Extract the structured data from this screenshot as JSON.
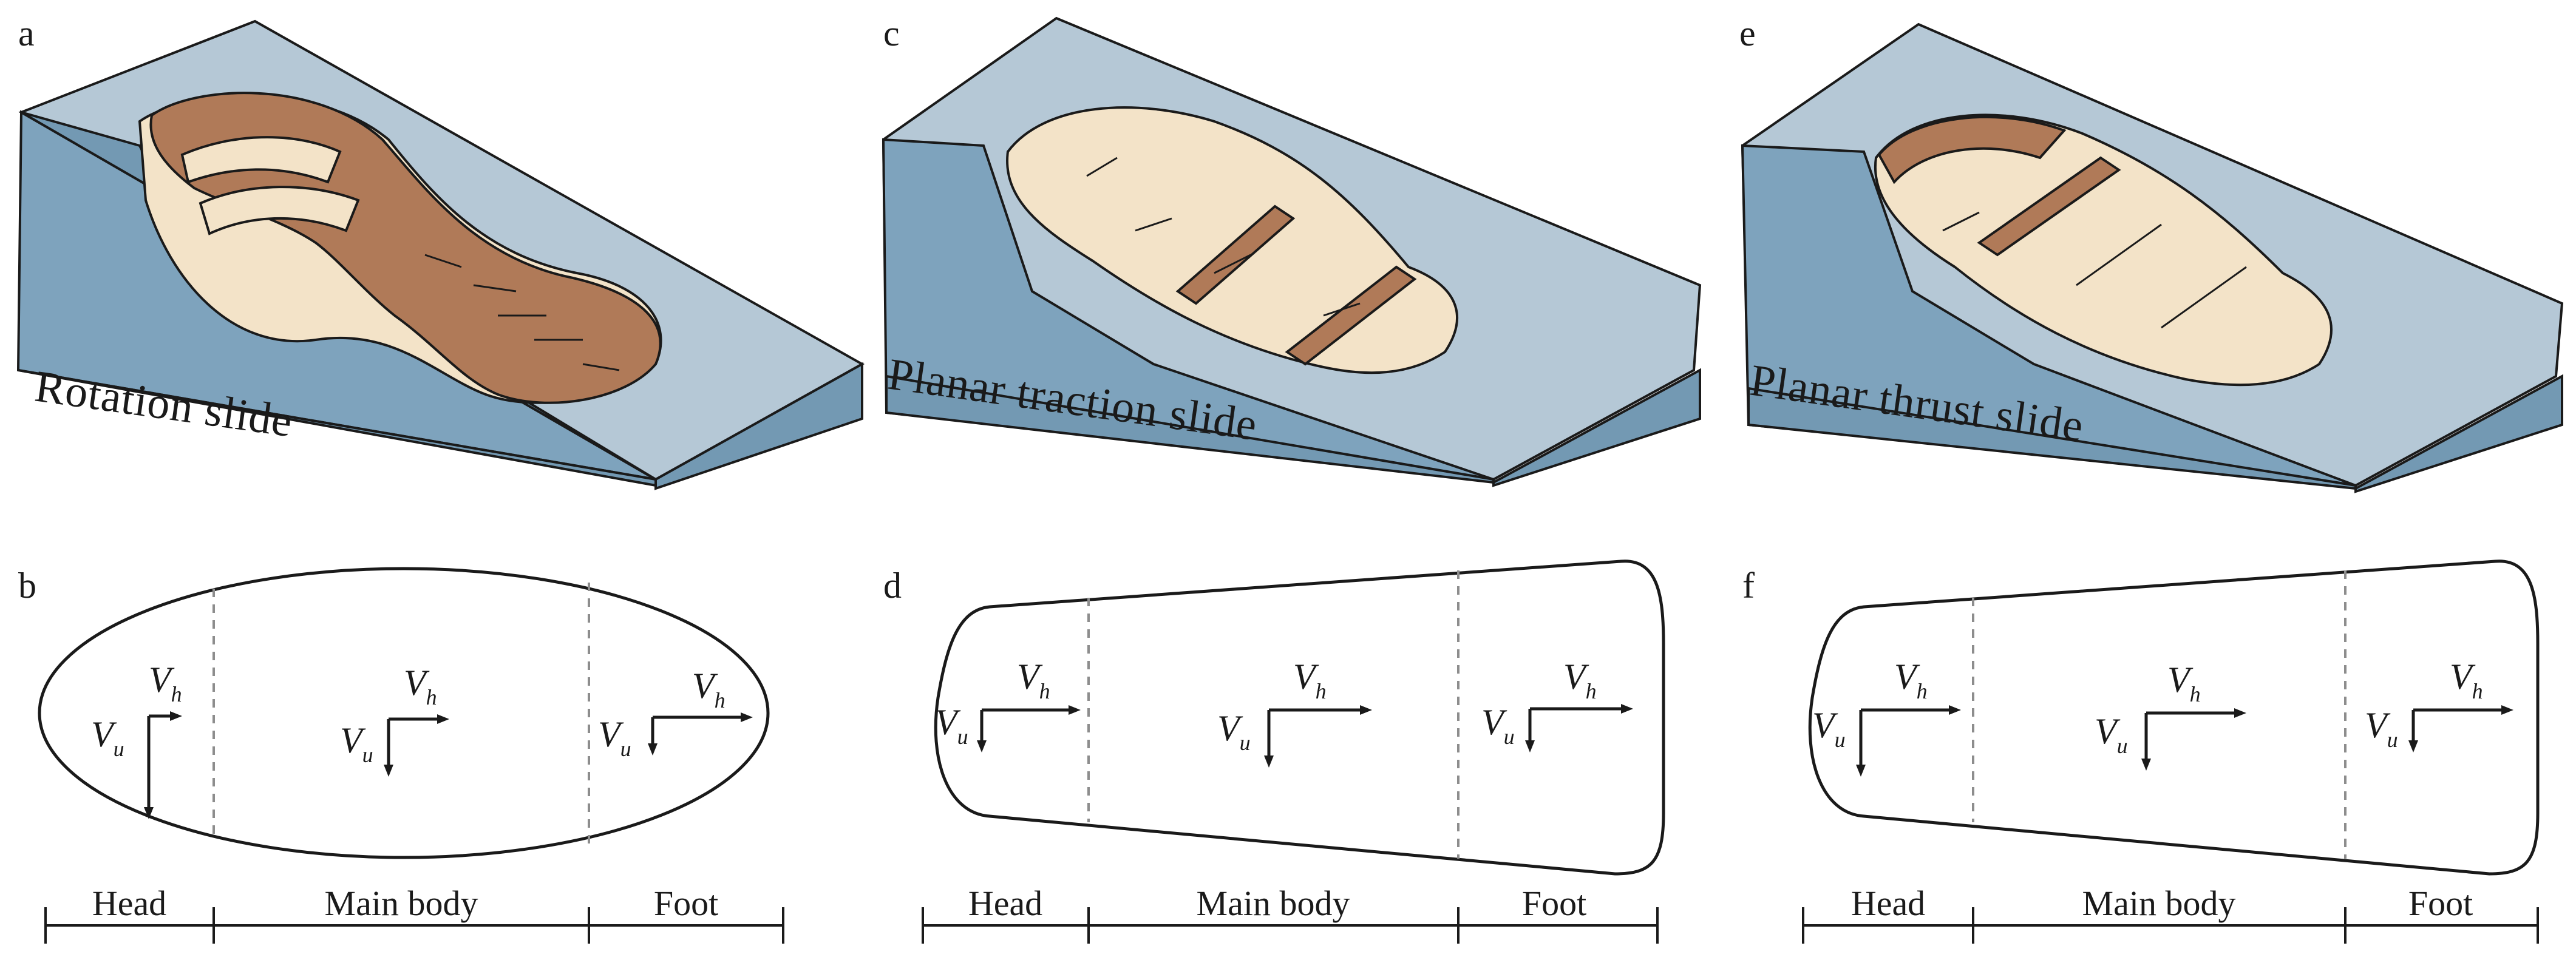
{
  "panels": {
    "a": {
      "letter": "a",
      "title": "Rotation slide"
    },
    "b": {
      "letter": "b"
    },
    "c": {
      "letter": "c",
      "title": "Planar traction slide"
    },
    "d": {
      "letter": "d"
    },
    "e": {
      "letter": "e",
      "title": "Planar thrust  slide"
    },
    "f": {
      "letter": "f"
    }
  },
  "segments": {
    "head": "Head",
    "main": "Main body",
    "foot": "Foot"
  },
  "velocity": {
    "symbol": "V",
    "horizontal_sub": "h",
    "vertical_sub": "u"
  },
  "colors": {
    "block_top": "#b5c8d6",
    "block_side": "#7ea3bd",
    "slide_dark": "#b07a58",
    "slide_light": "#f3e3c8"
  }
}
